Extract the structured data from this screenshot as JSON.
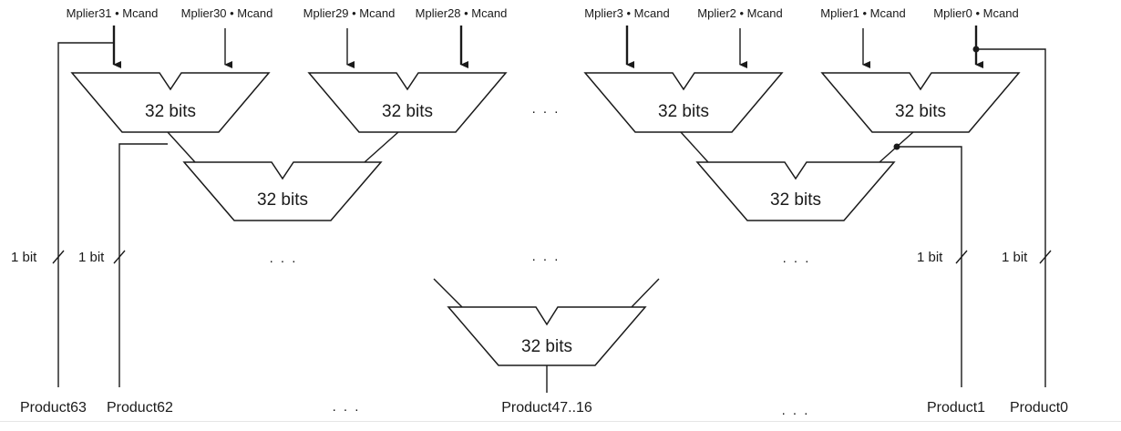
{
  "inputs": {
    "mplier31": "Mplier31 • Mcand",
    "mplier30": "Mplier30 • Mcand",
    "mplier29": "Mplier29 • Mcand",
    "mplier28": "Mplier28 • Mcand",
    "mplier3": "Mplier3 • Mcand",
    "mplier2": "Mplier2 • Mcand",
    "mplier1": "Mplier1 • Mcand",
    "mplier0": "Mplier0 • Mcand"
  },
  "adders": {
    "width_label": "32 bits"
  },
  "bit_labels": {
    "one_bit": "1 bit"
  },
  "ellipsis": ". . .",
  "outputs": {
    "product63": "Product63",
    "product62": "Product62",
    "product47_16": "Product47..16",
    "product1": "Product1",
    "product0": "Product0"
  }
}
